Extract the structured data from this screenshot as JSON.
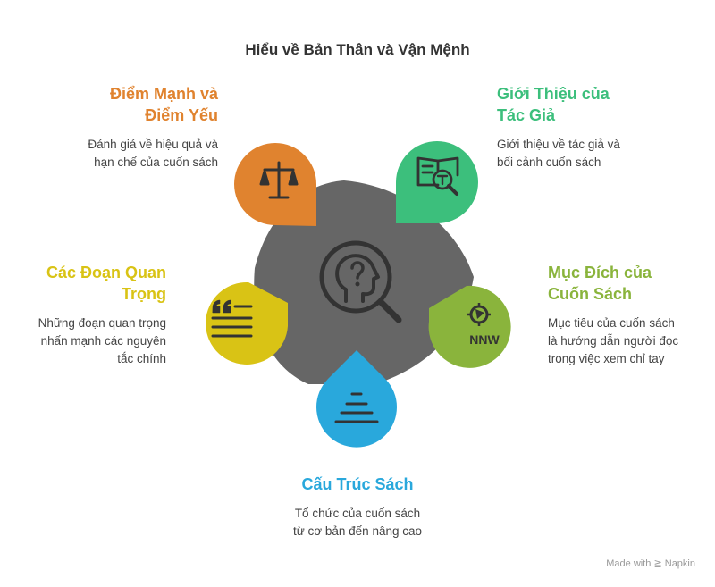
{
  "title": "Hiểu về Bản Thân và Vận Mệnh",
  "colors": {
    "center": "#666666",
    "orange": "#e0832f",
    "green": "#3cbf7c",
    "lime": "#8ab43c",
    "yellow": "#d9c315",
    "blue": "#29a8dc"
  },
  "center": {
    "icon": "head-question-magnifier-icon"
  },
  "items": [
    {
      "key": "strengths",
      "heading_1": "Điểm Mạnh và",
      "heading_2": "Điểm Yếu",
      "desc_1": "Đánh giá về hiệu quả và",
      "desc_2": "hạn chế của cuốn sách",
      "icon": "scale-icon"
    },
    {
      "key": "intro",
      "heading_1": "Giới Thiệu của",
      "heading_2": "Tác Giả",
      "desc_1": "Giới thiệu về tác giả và",
      "desc_2": "bối cảnh cuốn sách",
      "icon": "book-magnifier-icon"
    },
    {
      "key": "purpose",
      "heading_1": "Mục Đích của",
      "heading_2": "Cuốn Sách",
      "desc_1": "Mục tiêu của cuốn sách",
      "desc_2": "là hướng dẫn người đọc",
      "desc_3": "trong việc xem chỉ tay",
      "icon": "compass-icon",
      "icon_text": "NNW"
    },
    {
      "key": "passages",
      "heading_1": "Các Đoạn Quan",
      "heading_2": "Trọng",
      "desc_1": "Những đoạn quan trọng",
      "desc_2": "nhấn mạnh các nguyên",
      "desc_3": "tắc chính",
      "icon": "quote-icon"
    },
    {
      "key": "structure",
      "heading_1": "Cấu Trúc Sách",
      "desc_1": "Tổ chức của cuốn sách",
      "desc_2": "từ cơ bản đến nâng cao",
      "icon": "pyramid-icon"
    }
  ],
  "footer": {
    "made_with": "Made with",
    "brand": "Napkin"
  }
}
